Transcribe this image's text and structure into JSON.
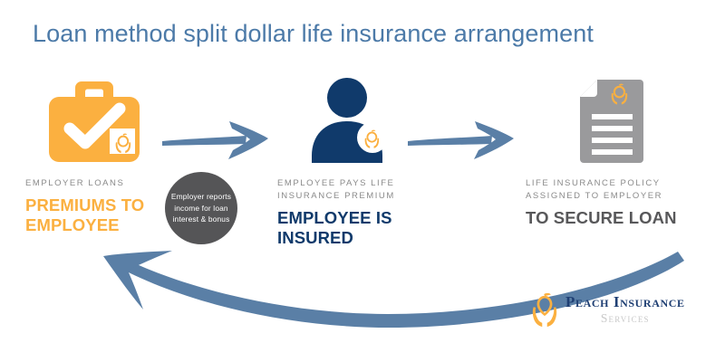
{
  "page": {
    "title": "Loan method split dollar life insurance arrangement",
    "background": "#FFFFFF"
  },
  "colors": {
    "title_blue": "#4C7AA8",
    "orange": "#FBB040",
    "navy": "#103A6B",
    "gray_dark": "#58585A",
    "gray_kicker": "#8A8A8A",
    "note_circle": "#555557",
    "arrow_blue": "#5A7FA6",
    "doc_gray": "#9A9A9C",
    "brand_navy": "#1F3F73",
    "brand_sub_gray": "#C9C9C9"
  },
  "steps": [
    {
      "id": "step-1",
      "icon": "briefcase-check-icon",
      "icon_color": "#FBB040",
      "kicker": "EMPLOYER LOANS",
      "headline": "PREMIUMS TO EMPLOYEE",
      "headline_color": "#FBB040"
    },
    {
      "id": "step-2",
      "icon": "employee-person-icon",
      "icon_color": "#103A6B",
      "kicker": "EMPLOYEE PAYS LIFE INSURANCE PREMIUM",
      "headline": "EMPLOYEE IS INSURED",
      "headline_color": "#103A6B"
    },
    {
      "id": "step-3",
      "icon": "policy-document-icon",
      "icon_color": "#9A9A9C",
      "kicker": "LIFE INSURANCE POLICY ASSIGNED TO EMPLOYER",
      "headline": "TO SECURE LOAN",
      "headline_color": "#58585A"
    }
  ],
  "note_circle": {
    "text": "Employer reports income for loan interest & bonus",
    "lines": [
      "Employer",
      "reports income",
      "for loan interest",
      "& bonus"
    ]
  },
  "arrows": [
    {
      "name": "arrow-step1-to-step2",
      "direction": "right"
    },
    {
      "name": "arrow-step2-to-step3",
      "direction": "right"
    },
    {
      "name": "arrow-return-to-employer",
      "direction": "left-curved"
    }
  ],
  "brand": {
    "logo": "peach-in-hands-logo",
    "name": "Peach Insurance",
    "sub": "Services"
  }
}
